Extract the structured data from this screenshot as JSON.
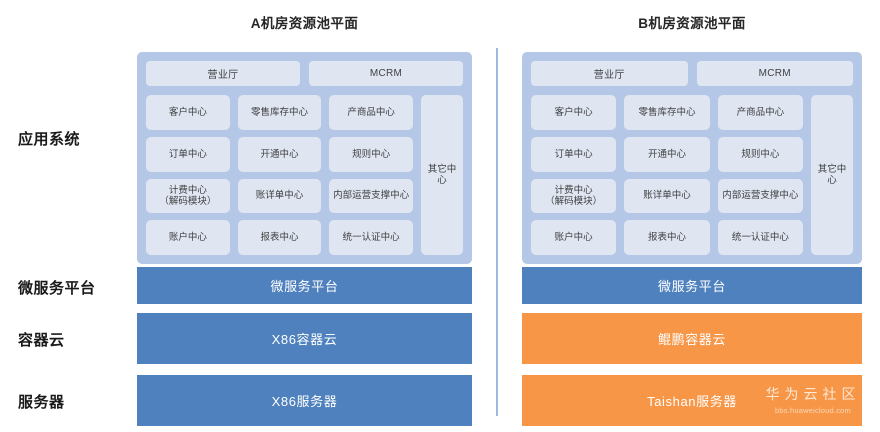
{
  "panels": [
    {
      "id": "a",
      "title": "A机房资源池平面",
      "top_chips": [
        "营业厅",
        "MCRM"
      ],
      "centers": [
        "客户中心",
        "零售库存中心",
        "产商品中心",
        "订单中心",
        "开通中心",
        "规则中心",
        "计费中心\n（解码模块）",
        "账详单中心",
        "内部运营支撑中心",
        "账户中心",
        "报表中心",
        "统一认证中心"
      ],
      "other_center": "其它中心",
      "bars": [
        {
          "label": "微服务平台",
          "color": "#4e81bd",
          "style": "blue"
        },
        {
          "label": "X86容器云",
          "color": "#4e81bd",
          "style": "blue"
        },
        {
          "label": "X86服务器",
          "color": "#4e81bd",
          "style": "blue"
        }
      ]
    },
    {
      "id": "b",
      "title": "B机房资源池平面",
      "top_chips": [
        "营业厅",
        "MCRM"
      ],
      "centers": [
        "客户中心",
        "零售库存中心",
        "产商品中心",
        "订单中心",
        "开通中心",
        "规则中心",
        "计费中心\n（解码模块）",
        "账详单中心",
        "内部运营支撑中心",
        "账户中心",
        "报表中心",
        "统一认证中心"
      ],
      "other_center": "其它中心",
      "bars": [
        {
          "label": "微服务平台",
          "color": "#4e81bd",
          "style": "blue"
        },
        {
          "label": "鲲鹏容器云",
          "color": "#f79646",
          "style": "orange"
        },
        {
          "label": "Taishan服务器",
          "color": "#f79646",
          "style": "orange"
        }
      ]
    }
  ],
  "row_labels": [
    "应用系统",
    "微服务平台",
    "容器云",
    "服务器"
  ],
  "watermark": {
    "main": "华为云社区",
    "sub": "bbs.huaweicloud.com"
  },
  "colors": {
    "panel_background": "#b4c7e7",
    "chip_background": "#dfe6f2",
    "bar_blue": "#4e81bd",
    "bar_orange": "#f79646",
    "divider": "#8faadc",
    "page_background": "#ffffff",
    "title_text": "#262626"
  }
}
